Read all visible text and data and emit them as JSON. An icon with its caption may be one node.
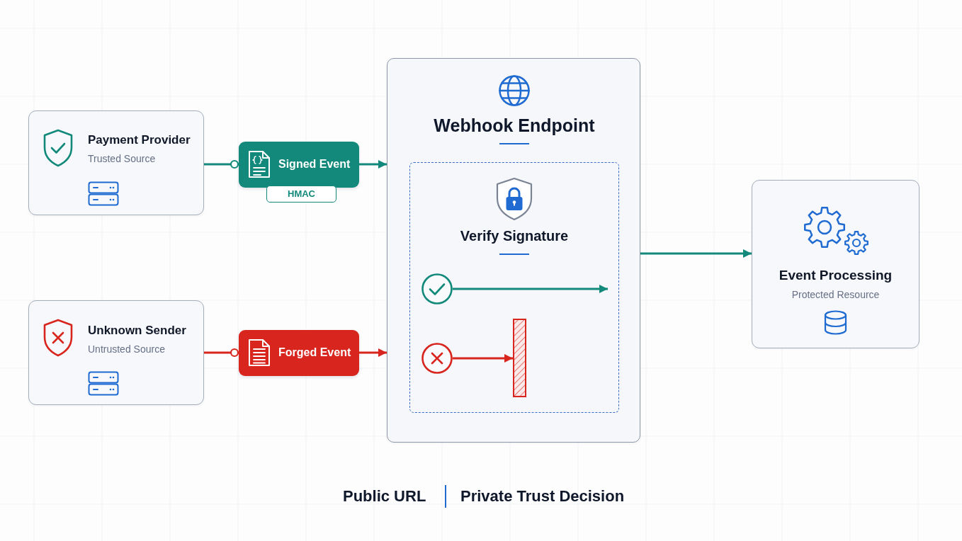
{
  "diagram": {
    "nodes": [
      {
        "text": [
          "Payment Provider",
          "Trusted Source"
        ]
      },
      {
        "text": [
          "Signed Event"
        ]
      },
      {
        "text": [
          "HMAC"
        ]
      },
      {
        "text": [
          "Unknown Sender",
          "Untrusted Source"
        ]
      },
      {
        "text": [
          "Forged Event"
        ]
      },
      {
        "text": [
          "Webhook Endpoint"
        ]
      },
      {
        "text": [
          "Verify Signature"
        ],
        "in": 5
      },
      {
        "text": [],
        "shape": "circle",
        "in": 6
      },
      {
        "text": [],
        "shape": "circle",
        "in": 6
      },
      {
        "text": [],
        "shape": "bar",
        "in": 6
      },
      {
        "text": [
          "Event Processing",
          "Protected Resource"
        ]
      }
    ],
    "edges": [
      {
        "from": 0,
        "to": 1,
        "arrow": "other"
      },
      {
        "from": 1,
        "to": 5,
        "arrow": "to"
      },
      {
        "from": 3,
        "to": 4,
        "arrow": "other",
        "color": "#d8261f"
      },
      {
        "from": 4,
        "to": 5,
        "arrow": "to",
        "color": "#d8261f"
      },
      {
        "from": 7,
        "to": null,
        "arrow": "to"
      },
      {
        "from": 8,
        "to": 9,
        "arrow": "to",
        "color": "#d8261f"
      },
      {
        "from": 5,
        "to": 10,
        "arrow": "to"
      }
    ],
    "labels": [
      "Public URL",
      "Private Trust Decision"
    ]
  }
}
